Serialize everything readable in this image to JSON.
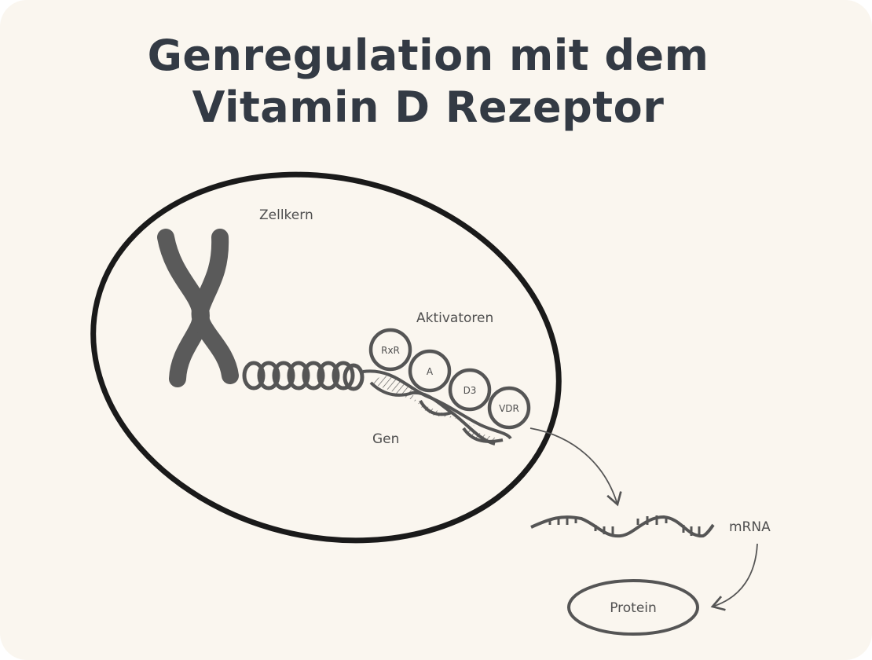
{
  "title_line1": "Genregulation mit dem",
  "title_line2": "Vitamin D Rezeptor",
  "labels": {
    "nucleus": "Zellkern",
    "activators": "Aktivatoren",
    "gene": "Gen",
    "mrna": "mRNA",
    "protein": "Protein"
  },
  "activator_circles": [
    "RxR",
    "A",
    "D3",
    "VDR"
  ],
  "colors": {
    "background": "#faf6ef",
    "title": "#333a44",
    "stroke": "#555555",
    "nucleus": "#1a1a1a"
  }
}
